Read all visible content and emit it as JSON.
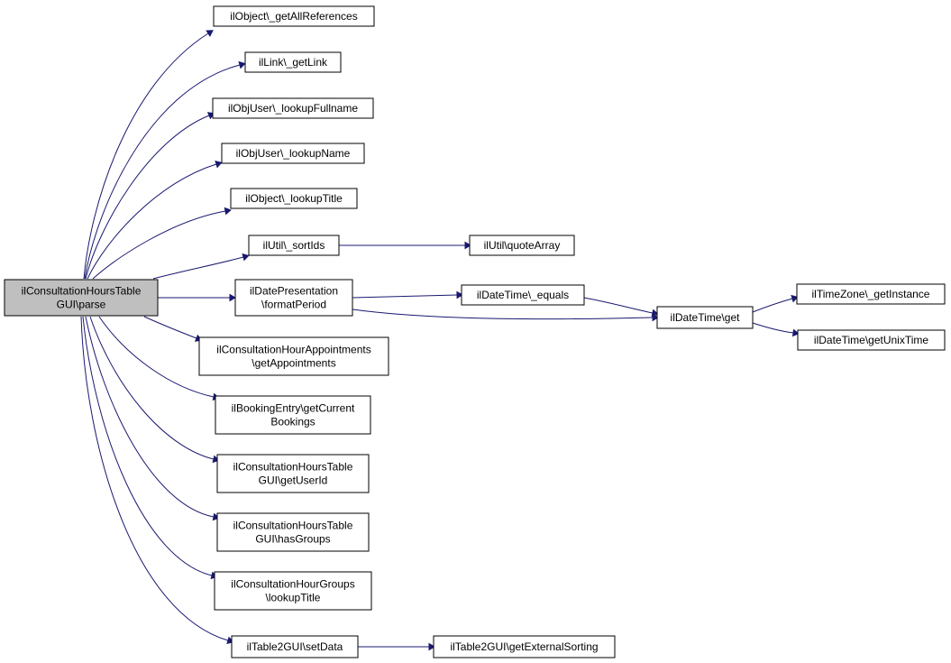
{
  "diagram": {
    "type": "call-graph",
    "edge_color": "#191970",
    "root_fill": "#bfbfbf",
    "node_fill": "#ffffff",
    "nodes": [
      {
        "id": "root",
        "lines": [
          "ilConsultationHoursTable",
          "GUI\\parse"
        ]
      },
      {
        "id": "getAllReferences",
        "lines": [
          "ilObject\\_getAllReferences"
        ]
      },
      {
        "id": "getLink",
        "lines": [
          "ilLink\\_getLink"
        ]
      },
      {
        "id": "lookupFullname",
        "lines": [
          "ilObjUser\\_lookupFullname"
        ]
      },
      {
        "id": "lookupName",
        "lines": [
          "ilObjUser\\_lookupName"
        ]
      },
      {
        "id": "lookupTitleObj",
        "lines": [
          "ilObject\\_lookupTitle"
        ]
      },
      {
        "id": "sortIds",
        "lines": [
          "ilUtil\\_sortIds"
        ]
      },
      {
        "id": "quoteArray",
        "lines": [
          "ilUtil\\quoteArray"
        ]
      },
      {
        "id": "formatPeriod",
        "lines": [
          "ilDatePresentation",
          "\\formatPeriod"
        ]
      },
      {
        "id": "equals",
        "lines": [
          "ilDateTime\\_equals"
        ]
      },
      {
        "id": "dtGet",
        "lines": [
          "ilDateTime\\get"
        ]
      },
      {
        "id": "tzGetInstance",
        "lines": [
          "ilTimeZone\\_getInstance"
        ]
      },
      {
        "id": "getUnixTime",
        "lines": [
          "ilDateTime\\getUnixTime"
        ]
      },
      {
        "id": "getAppointments",
        "lines": [
          "ilConsultationHourAppointments",
          "\\getAppointments"
        ]
      },
      {
        "id": "getCurrentBookings",
        "lines": [
          "ilBookingEntry\\getCurrent",
          "Bookings"
        ]
      },
      {
        "id": "getUserId",
        "lines": [
          "ilConsultationHoursTable",
          "GUI\\getUserId"
        ]
      },
      {
        "id": "hasGroups",
        "lines": [
          "ilConsultationHoursTable",
          "GUI\\hasGroups"
        ]
      },
      {
        "id": "lookupTitleGroups",
        "lines": [
          "ilConsultationHourGroups",
          "\\lookupTitle"
        ]
      },
      {
        "id": "setData",
        "lines": [
          "ilTable2GUI\\setData"
        ]
      },
      {
        "id": "getExternalSorting",
        "lines": [
          "ilTable2GUI\\getExternalSorting"
        ]
      }
    ],
    "edges": [
      {
        "from": "root",
        "to": "getAllReferences"
      },
      {
        "from": "root",
        "to": "getLink"
      },
      {
        "from": "root",
        "to": "lookupFullname"
      },
      {
        "from": "root",
        "to": "lookupName"
      },
      {
        "from": "root",
        "to": "lookupTitleObj"
      },
      {
        "from": "root",
        "to": "sortIds"
      },
      {
        "from": "root",
        "to": "formatPeriod"
      },
      {
        "from": "root",
        "to": "getAppointments"
      },
      {
        "from": "root",
        "to": "getCurrentBookings"
      },
      {
        "from": "root",
        "to": "getUserId"
      },
      {
        "from": "root",
        "to": "hasGroups"
      },
      {
        "from": "root",
        "to": "lookupTitleGroups"
      },
      {
        "from": "root",
        "to": "setData"
      },
      {
        "from": "sortIds",
        "to": "quoteArray"
      },
      {
        "from": "formatPeriod",
        "to": "equals"
      },
      {
        "from": "formatPeriod",
        "to": "dtGet"
      },
      {
        "from": "equals",
        "to": "dtGet"
      },
      {
        "from": "dtGet",
        "to": "tzGetInstance"
      },
      {
        "from": "dtGet",
        "to": "getUnixTime"
      },
      {
        "from": "setData",
        "to": "getExternalSorting"
      }
    ]
  }
}
